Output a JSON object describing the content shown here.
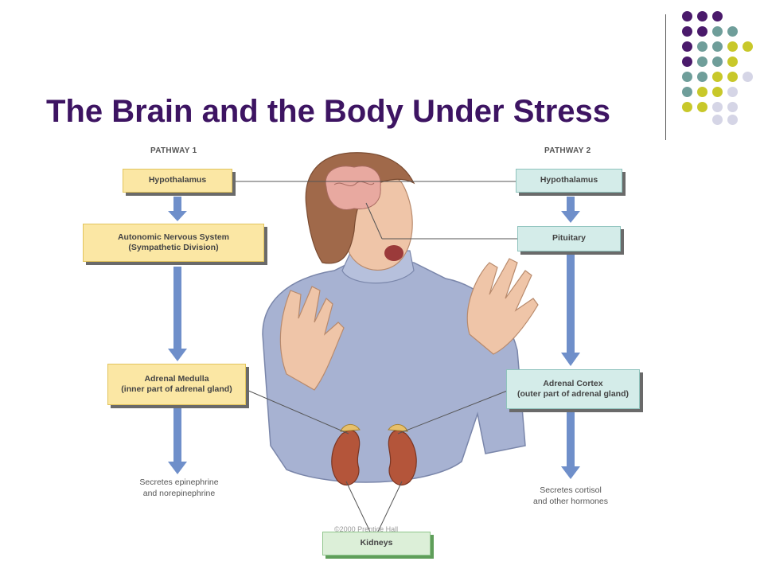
{
  "slide": {
    "title": "The Brain and the Body Under Stress",
    "copyright": "©2000 Prentice Hall"
  },
  "pathway1": {
    "heading": "PATHWAY 1",
    "hypothalamus": "Hypothalamus",
    "ans": "Autonomic Nervous System\n(Sympathetic Division)",
    "adrenal_medulla": "Adrenal Medulla\n(inner part of adrenal gland)",
    "secretes": "Secretes epinephrine\nand norepinephrine"
  },
  "pathway2": {
    "heading": "PATHWAY 2",
    "hypothalamus": "Hypothalamus",
    "pituitary": "Pituitary",
    "adrenal_cortex": "Adrenal Cortex\n(outer part of adrenal gland)",
    "secretes": "Secretes cortisol\nand other hormones"
  },
  "kidneys": "Kidneys",
  "colors": {
    "title": "#3d1462",
    "purple": "#4a1a6b",
    "teal": "#6f9e9a",
    "lime": "#c8c82a",
    "lavender": "#d5d5e6",
    "arrow": "#6f8fca"
  }
}
